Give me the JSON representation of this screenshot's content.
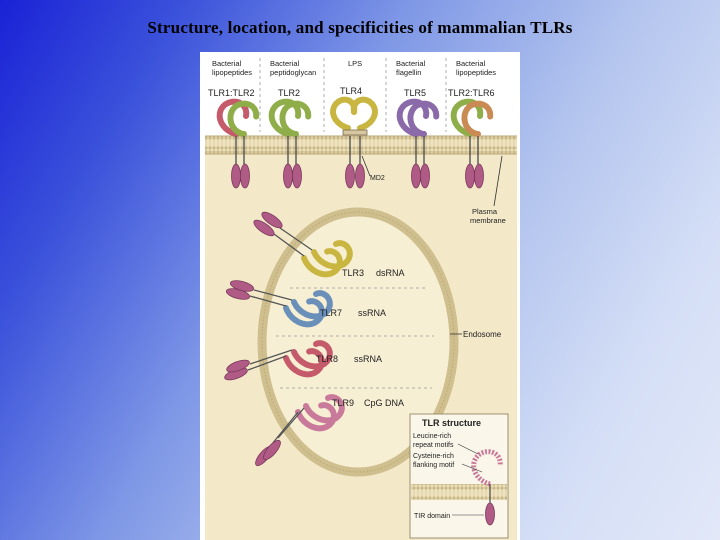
{
  "slide": {
    "title": "Structure, location, and specificities of mammalian TLRs"
  },
  "figure": {
    "ligands": [
      {
        "line1": "Bacterial",
        "line2": "lipopeptides"
      },
      {
        "line1": "Bacterial",
        "line2": "peptidoglycan"
      },
      {
        "line1": "LPS",
        "line2": ""
      },
      {
        "line1": "Bacterial",
        "line2": "flagellin"
      },
      {
        "line1": "Bacterial",
        "line2": "lipopeptides"
      }
    ],
    "surface_receptors": [
      "TLR1:TLR2",
      "TLR2",
      "TLR4",
      "TLR5",
      "TLR2:TLR6"
    ],
    "md2_label": "MD2",
    "plasma_membrane_label": {
      "line1": "Plasma",
      "line2": "membrane"
    },
    "endosome_label": "Endosome",
    "endosomal_receptors": [
      {
        "name": "TLR3",
        "ligand": "dsRNA"
      },
      {
        "name": "TLR7",
        "ligand": "ssRNA"
      },
      {
        "name": "TLR8",
        "ligand": "ssRNA"
      },
      {
        "name": "TLR9",
        "ligand": "CpG DNA"
      }
    ],
    "structure_box": {
      "title": "TLR structure",
      "leucine": {
        "line1": "Leucine-rich",
        "line2": "repeat motifs"
      },
      "cysteine": {
        "line1": "Cysteine-rich",
        "line2": "flanking motif"
      },
      "tir": "TIR domain"
    },
    "colors": {
      "cytoplasm": "#f3e8c8",
      "membrane": "#d8c99a",
      "tir_domain": "#b05a86",
      "lrr_green": "#8fae4a",
      "lrr_orange": "#c98a54",
      "lrr_yellow": "#c9b640",
      "lrr_purple": "#8a6aa8",
      "lrr_blue": "#6a8fb8",
      "lrr_red": "#c45a6a",
      "lrr_pink": "#c97a9a"
    }
  }
}
